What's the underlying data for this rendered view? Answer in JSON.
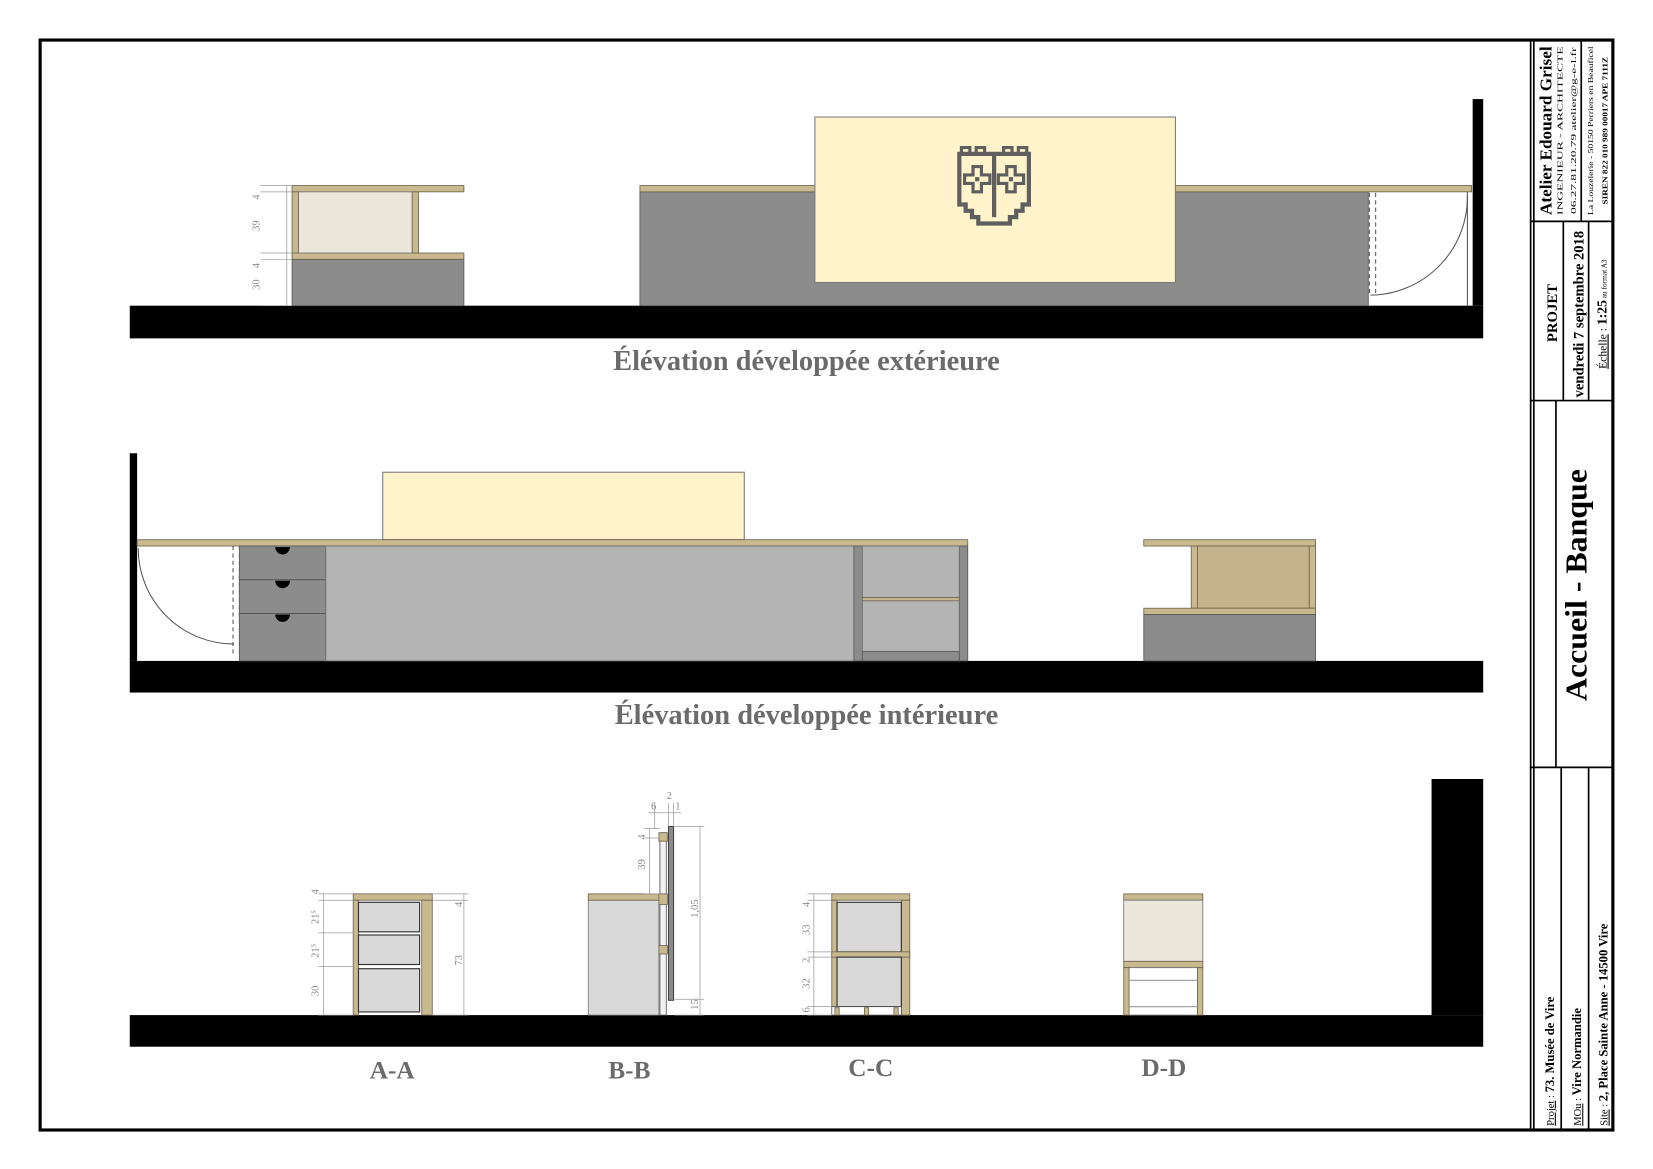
{
  "colors": {
    "plank": "#c9b98f",
    "cabinet": "#8c8c8c",
    "panel": "#b4b4b4",
    "section_panel": "#d9d9d9",
    "glass_panel": "#fff3cc",
    "cream_panel": "#ebe7da",
    "tan_panel": "#c4b38c",
    "heading": "#6b6b6b",
    "dimension": "#8a8a8a"
  },
  "icons": {
    "logo": "vire-coat-of-arms"
  },
  "exterior_elevation": {
    "title": "Élévation développée extérieure",
    "dimensions": [
      "4",
      "39",
      "4",
      "30"
    ]
  },
  "interior_elevation": {
    "title": "Élévation développée intérieure"
  },
  "sections": {
    "a_a": {
      "label": "A-A",
      "dimensions_left": [
        "4",
        "21⁵",
        "21⁵",
        "30"
      ],
      "dimensions_right": [
        "4",
        "73"
      ]
    },
    "b_b": {
      "label": "B-B",
      "dimensions_top": [
        "6",
        "2",
        "1"
      ],
      "dimensions_left": [
        "4",
        "39"
      ],
      "dimensions_right": [
        "1,05",
        "15"
      ]
    },
    "c_c": {
      "label": "C-C",
      "dimensions_left": [
        "4",
        "33",
        "2",
        "32",
        "6"
      ]
    },
    "d_d": {
      "label": "D-D"
    }
  },
  "title_block": {
    "office": {
      "name": "Atelier Edouard Grisel",
      "profession": "INGENIEUR - ARCHITECTE",
      "contact": "06.27.81.20.79 atelier@g-e-l.fr",
      "address": "La Louzelerie - 50150 Perriers en Beauficel",
      "registration": "SIREN 822 010 989 00017 APE 7111Z"
    },
    "status": "PROJET",
    "date": "vendredi 7 septembre 2018",
    "scale": {
      "label": "Échelle",
      "separator": " : ",
      "value": "1:25",
      "note": " au format A3"
    },
    "drawing_title": "Accueil - Banque",
    "project": {
      "label": "Projet",
      "separator": " : ",
      "value": "73. Musée de Vire"
    },
    "client": {
      "label": "MOu",
      "separator": " : ",
      "value": "Vire Normandie"
    },
    "site": {
      "label": "Site",
      "separator": " : ",
      "value": "2, Place Sainte Anne - 14500 Vire"
    }
  }
}
